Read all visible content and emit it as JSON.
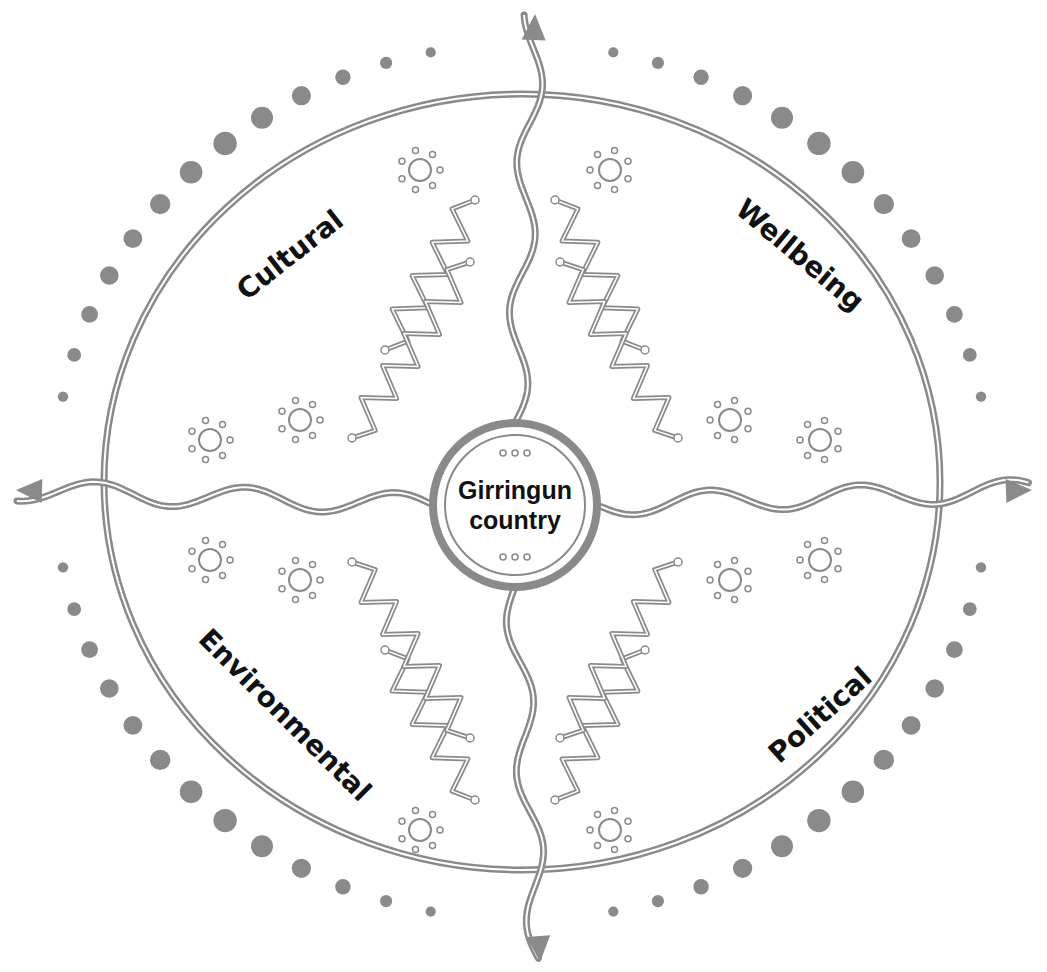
{
  "diagram": {
    "nodes": [
      {
        "text": [
          "Girringun country"
        ]
      }
    ],
    "labels": [
      "Cultural",
      "Wellbeing",
      "Environmental",
      "Political"
    ]
  }
}
